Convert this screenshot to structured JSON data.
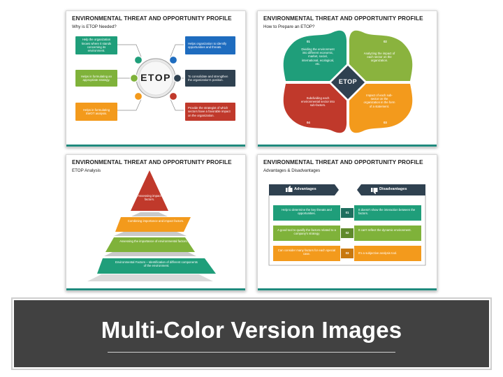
{
  "slides": [
    {
      "title": "ENVIRONMENTAL THREAT AND OPPORTUNITY PROFILE",
      "subtitle": "Why is ETOP Needed?",
      "center_label": "ETOP",
      "items": [
        {
          "text": "Help the organization knows where it stands concerning its environment.",
          "color": "#1f9e7a"
        },
        {
          "text": "Helps in formulating an appropriate strategy.",
          "color": "#7fb23a"
        },
        {
          "text": "Helps in formulating SWOT analysis.",
          "color": "#f39a1c"
        },
        {
          "text": "Helps organization to identify opportunities and threats.",
          "color": "#1e6cbf"
        },
        {
          "text": "To consolidate and strengthen the organization's position.",
          "color": "#2f4150"
        },
        {
          "text": "Provide the strategist of which sectors have a favorable impact on the organization.",
          "color": "#c0392b"
        }
      ]
    },
    {
      "title": "ENVIRONMENTAL THREAT AND OPPORTUNITY PROFILE",
      "subtitle": "How to Prepare an ETOP?",
      "center_label": "ETOP",
      "items": [
        {
          "num": "01",
          "text": "Dividing the environment into different economic, market, social, international, ecological, etc.",
          "color": "#1f9e7a"
        },
        {
          "num": "02",
          "text": "Analyzing the impact of each sector on the organization.",
          "color": "#8ab33e"
        },
        {
          "num": "03",
          "text": "Impact of each sub-sector on the organization in the form of a statement.",
          "color": "#f39a1c"
        },
        {
          "num": "04",
          "text": "Subdividing each environmental sector into sub-factors.",
          "color": "#c0392b"
        }
      ]
    },
    {
      "title": "ENVIRONMENTAL THREAT AND OPPORTUNITY PROFILE",
      "subtitle": "ETOP Analysis",
      "levels": [
        {
          "text": "Assessing impact factors.",
          "color": "#c0392b"
        },
        {
          "text": "Combining importance and impact factors.",
          "color": "#f39a1c"
        },
        {
          "text": "Assessing the importance of environmental factors.",
          "color": "#7fb23a"
        },
        {
          "text": "Environmental Factors – Identification of different components of the environment.",
          "color": "#1f9e7a"
        }
      ]
    },
    {
      "title": "ENVIRONMENTAL THREAT AND OPPORTUNITY PROFILE",
      "subtitle": "Advantages & Disadvantages",
      "adv_label": "Advantages",
      "dis_label": "Disadvantages",
      "rows": [
        {
          "num": "01",
          "adv": "Help to determine the key threats and opportunities.",
          "dis": "It doesn't show the interaction between the factors.",
          "color": "#1f9e7a"
        },
        {
          "num": "02",
          "adv": "A good tool to qualify the factors related to a company's strategy",
          "dis": "It can't reflect the dynamic environment.",
          "color": "#7fb23a"
        },
        {
          "num": "03",
          "adv": "Can consider many factors for each special case.",
          "dis": "It's a subjective analysis tool.",
          "color": "#f39a1c"
        }
      ]
    }
  ],
  "banner": {
    "text": "Multi-Color Version Images"
  }
}
